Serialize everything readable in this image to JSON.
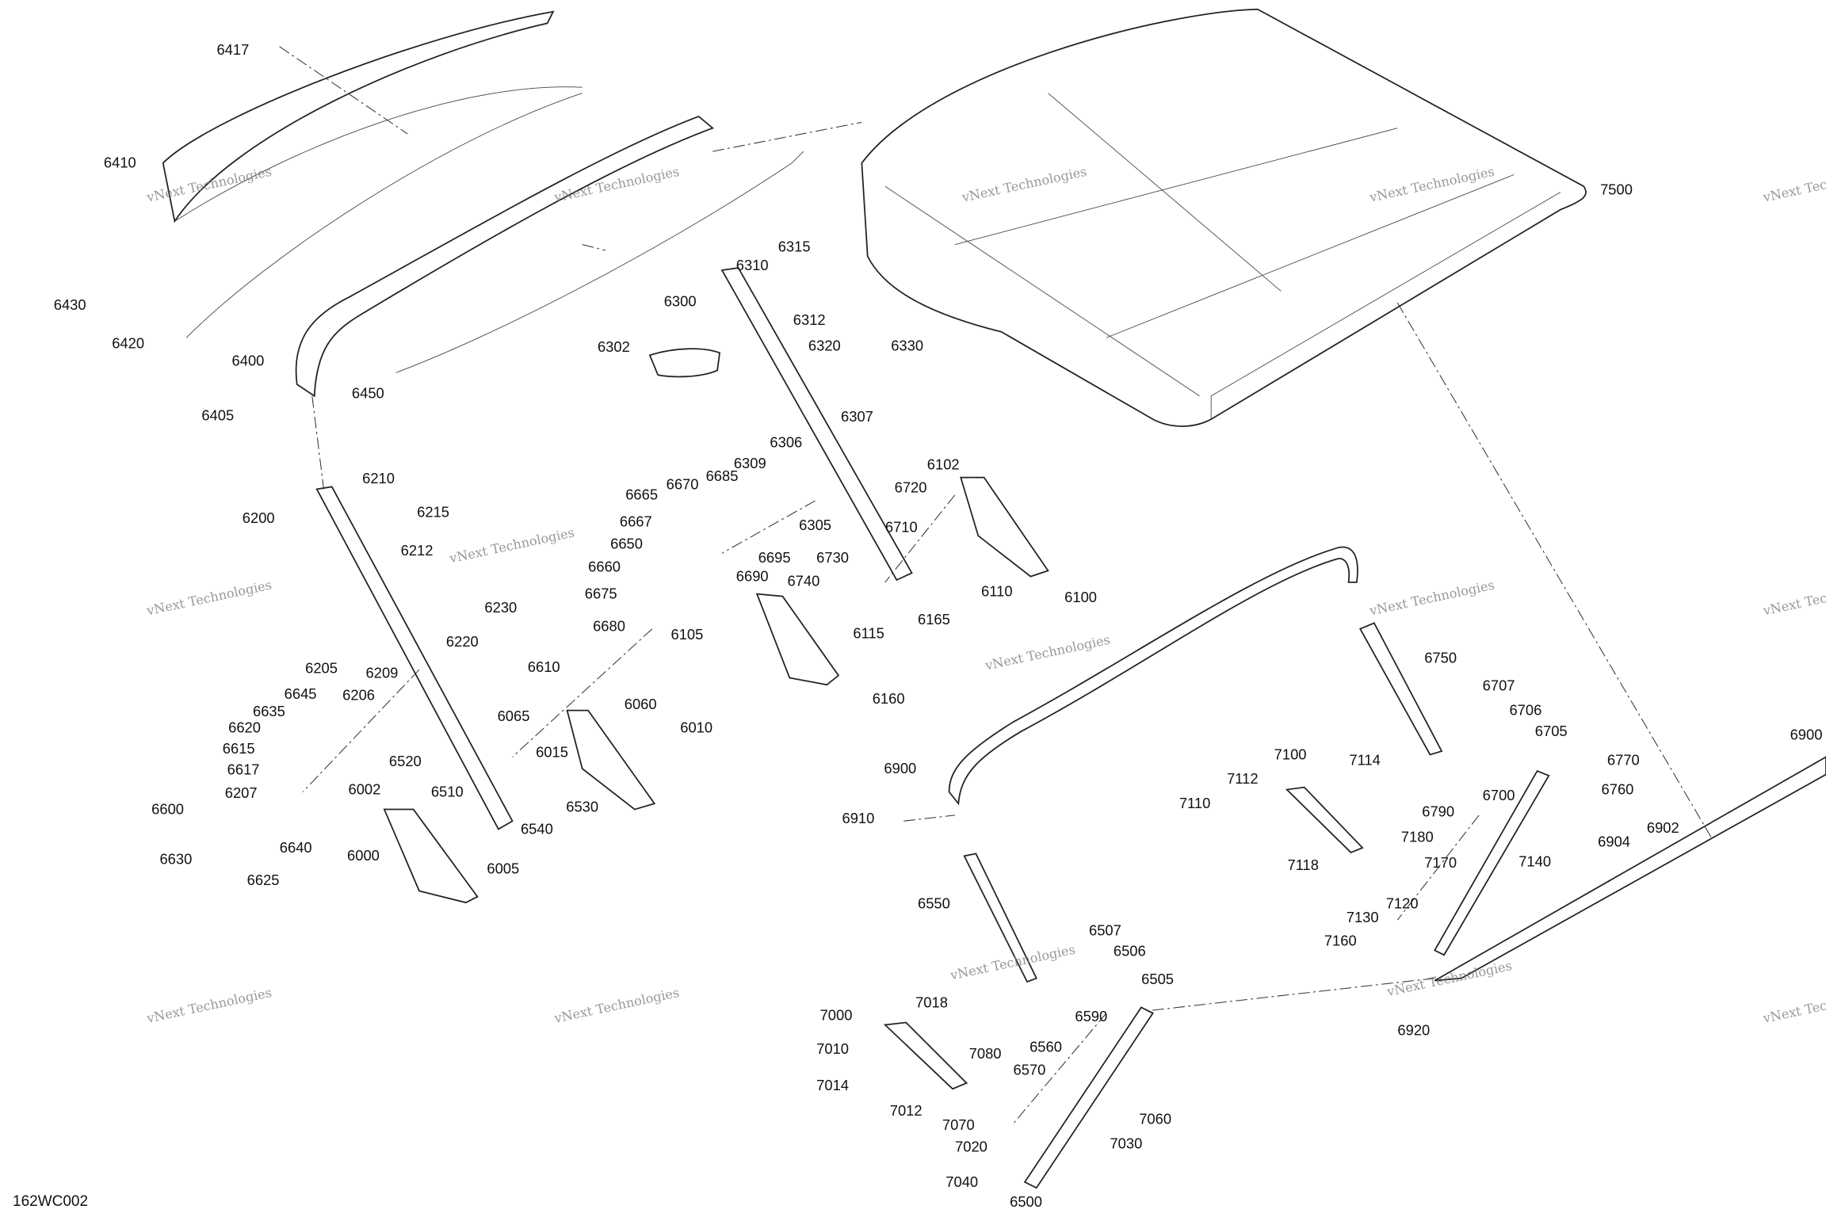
{
  "diagram": {
    "code": "162WC002",
    "watermark": "vNext Technologies",
    "part_labels": [
      "6417",
      "6410",
      "6430",
      "6420",
      "6400",
      "6405",
      "6450",
      "6302",
      "6300",
      "6310",
      "6315",
      "6312",
      "6320",
      "6330",
      "6307",
      "6306",
      "6309",
      "6665",
      "6670",
      "6685",
      "6667",
      "6650",
      "6660",
      "6675",
      "6680",
      "6305",
      "6695",
      "6690",
      "6730",
      "6740",
      "6710",
      "6720",
      "6102",
      "6110",
      "6100",
      "6165",
      "6115",
      "6105",
      "6160",
      "6210",
      "6215",
      "6212",
      "6200",
      "6230",
      "6220",
      "6205",
      "6209",
      "6206",
      "6645",
      "6635",
      "6620",
      "6615",
      "6617",
      "6207",
      "6600",
      "6630",
      "6625",
      "6640",
      "6610",
      "6065",
      "6060",
      "6015",
      "6010",
      "6520",
      "6510",
      "6002",
      "6540",
      "6530",
      "6000",
      "6005",
      "7500",
      "6750",
      "6707",
      "6706",
      "6705",
      "6770",
      "6760",
      "6900",
      "6900",
      "6910",
      "7100",
      "7114",
      "7112",
      "7110",
      "7118",
      "6700",
      "6790",
      "7180",
      "7170",
      "7140",
      "7120",
      "7130",
      "7160",
      "6904",
      "6902",
      "6550",
      "6507",
      "6506",
      "6505",
      "6590",
      "7018",
      "7000",
      "7010",
      "7014",
      "7012",
      "7080",
      "6560",
      "6570",
      "7060",
      "7070",
      "7030",
      "7020",
      "7040",
      "6500",
      "6920"
    ]
  }
}
